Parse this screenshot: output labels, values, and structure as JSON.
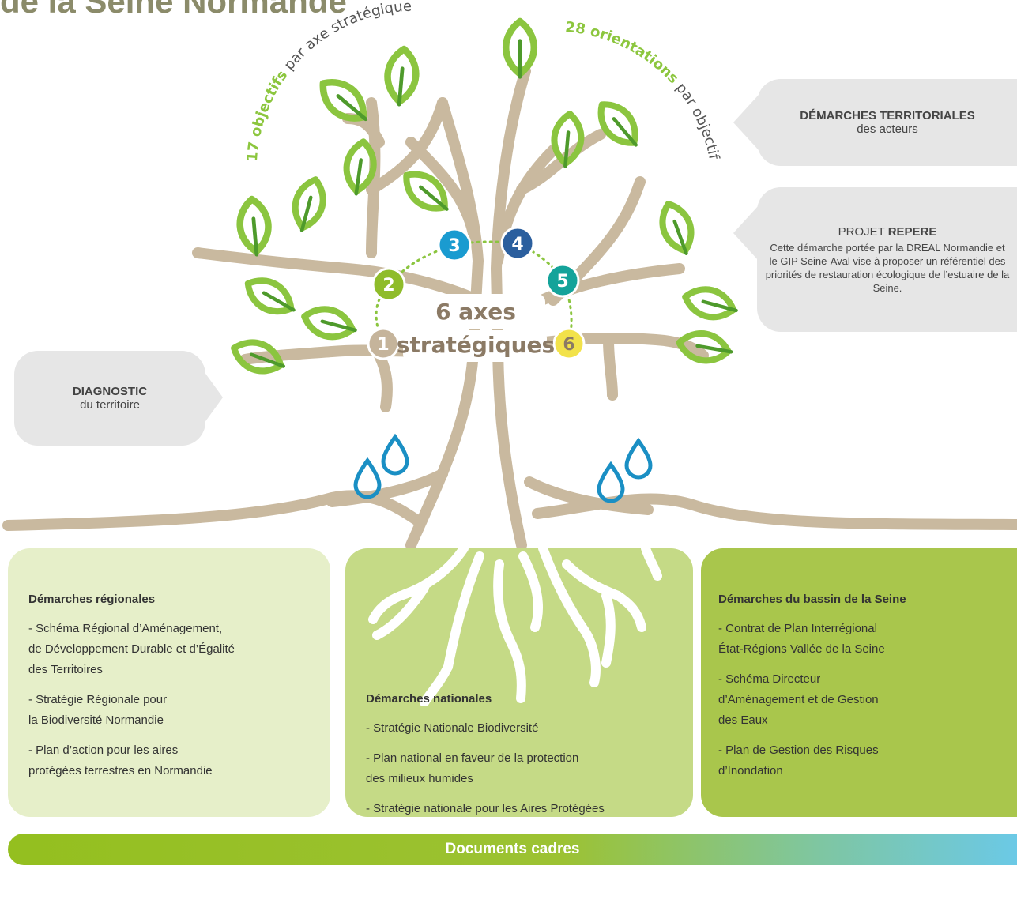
{
  "title": "de la Seine Normande",
  "arc_left": {
    "highlight": "17 objectifs",
    "rest": " par axe stratégique"
  },
  "arc_right": {
    "highlight": "28 orientations",
    "rest": " par objectif"
  },
  "center_label": {
    "line1": "6 axes",
    "line2": "stratégiques"
  },
  "axes_numbers": [
    "1",
    "2",
    "3",
    "4",
    "5",
    "6"
  ],
  "axes_colors": [
    "#c5b49b",
    "#8fbc2a",
    "#1a9bd0",
    "#2b5f9e",
    "#14a39a",
    "#f2e24a"
  ],
  "bubbles": {
    "diagnostic": {
      "title": "DIAGNOSTIC",
      "sub": "du territoire"
    },
    "territoriales": {
      "title": "DÉMARCHES TERRITORIALES",
      "sub": "des acteurs"
    },
    "projet": {
      "prefix": "PROJET ",
      "title": "REPERE",
      "text": "Cette démarche portée par la DREAL Normandie et le GIP Seine-Aval vise à proposer un référentiel des priorités de restauration écologique de l’estuaire de la Seine."
    }
  },
  "panels": {
    "regionales": {
      "heading": "Démarches régionales",
      "items": [
        "- Schéma Régional d’Aménagement,\n  de Développement Durable et d’Égalité\n  des Territoires",
        "- Stratégie Régionale pour\n  la Biodiversité Normandie",
        "- Plan d’action pour les aires\n  protégées terrestres en Normandie"
      ]
    },
    "nationales": {
      "heading": "Démarches nationales",
      "items": [
        "- Stratégie Nationale Biodiversité",
        "- Plan national en faveur de la protection\n  des milieux humides",
        "- Stratégie nationale pour les Aires Protégées"
      ]
    },
    "seine": {
      "heading": "Démarches du bassin de la Seine",
      "items": [
        "- Contrat de Plan Interrégional\n  État-Régions Vallée de la Seine",
        "- Schéma Directeur\n  d’Aménagement et  de Gestion\n  des Eaux",
        "- Plan de Gestion des Risques\n  d’Inondation"
      ]
    }
  },
  "footer": "Documents cadres",
  "colors": {
    "trunk": "#c9b99f",
    "leaf": "#8bc53f",
    "leaf_dark": "#4e9a2b",
    "drop": "#1a8fc4",
    "text_green": "#8cc63e"
  }
}
